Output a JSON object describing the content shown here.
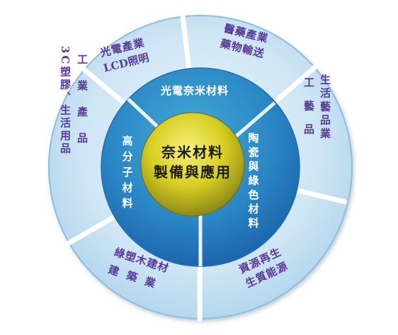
{
  "center": {
    "line1": "奈米材料",
    "line2": "製備與應用"
  },
  "inner_segments": {
    "top": "光電奈米材料",
    "left": [
      "高",
      "分",
      "子",
      "材",
      "料"
    ],
    "right": [
      "陶",
      "瓷",
      "與",
      "綠",
      "色",
      "材",
      "料"
    ]
  },
  "outer_segments": {
    "top_left": [
      "光電產業",
      "LCD照明"
    ],
    "top_right": [
      "醫藥產業",
      "藥物輸送"
    ],
    "right": {
      "col1": "生活藝品業",
      "col2": "工藝品"
    },
    "bottom_right": [
      "資源再生",
      "生質能源"
    ],
    "bottom_left": [
      "綠塑木建材",
      "建築業"
    ],
    "left": {
      "col1": "工業產品",
      "col2": "3C塑膠、生活用品"
    }
  },
  "colors": {
    "outer_ring": "#cfe6f4",
    "outer_ring_edge": "#8fbedb",
    "inner_ring": "#2f8fc0",
    "inner_ring_dark": "#1f6fae",
    "center": "#d9d020",
    "outer_text": "#5a3a96",
    "inner_text": "#ffffff"
  }
}
